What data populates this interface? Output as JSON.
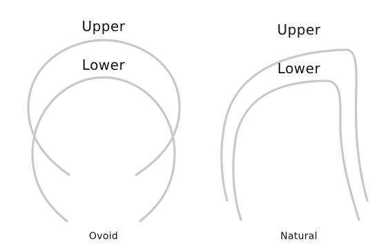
{
  "colors": {
    "arch_stroke": "#c8c8c8",
    "label_text": "#111111"
  },
  "panels": [
    {
      "shape_label": "Ovoid",
      "upper_label": "Upper",
      "lower_label": "Lower"
    },
    {
      "shape_label": "Natural",
      "upper_label": "Upper",
      "lower_label": "Lower"
    }
  ]
}
